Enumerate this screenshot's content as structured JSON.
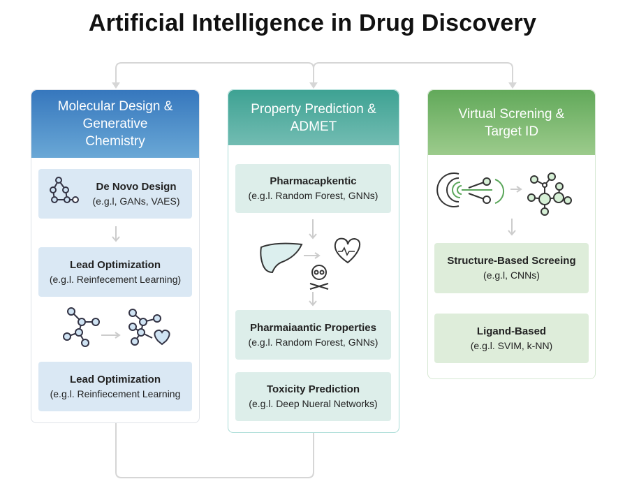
{
  "title": "Artificial Intelligence in Drug Discovery",
  "columns": [
    {
      "header": "Molecular Design & Generative Chemistry",
      "color": "#3d7fc1",
      "items": [
        {
          "title": "De Novo Design",
          "sub": "(e.g.l, GANs, VAES)"
        },
        {
          "title": "Lead Optimization",
          "sub": "(e.g.l. Reinfecement Learning)"
        },
        {
          "title": "Lead Optimization",
          "sub": "(e.g.l. Reinfiecement Learning"
        }
      ]
    },
    {
      "header": "Property Prediction & ADMET",
      "color": "#45a89a",
      "items": [
        {
          "title": "Pharmacapkentic",
          "sub": "(e.g.l. Random Forest, GNNs)"
        },
        {
          "title": "Pharmaiaantic Properties",
          "sub": "(e.g.l. Random Forest, GNNs)"
        },
        {
          "title": "Toxicity Prediction",
          "sub": "(e.g.l. Deep Nueral Networks)"
        }
      ]
    },
    {
      "header": "Virtual Screning & Target ID",
      "color": "#6aae62",
      "items": [
        {
          "title": "Structure-Based Screeing",
          "sub": "(e.g.l, CNNs)"
        },
        {
          "title": "Ligand-Based",
          "sub": "(e.g.l. SVIM, k-NN)"
        }
      ]
    }
  ]
}
